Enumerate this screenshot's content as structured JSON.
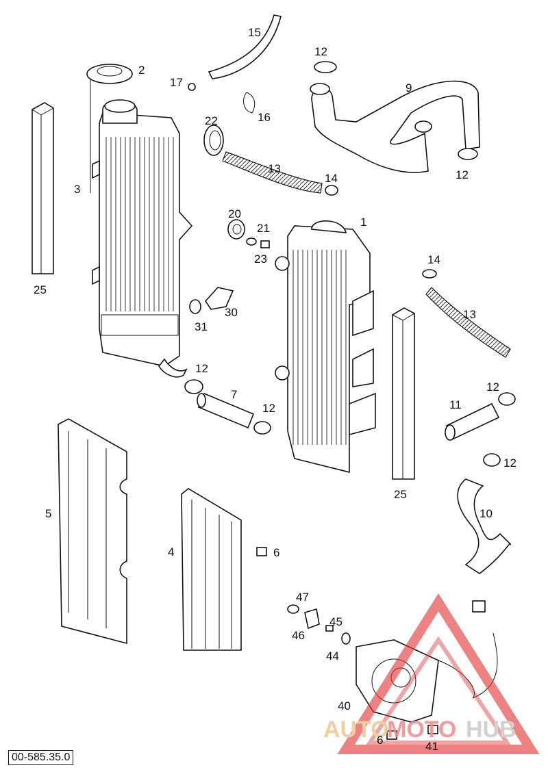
{
  "diagram": {
    "reference": "00-585.35.0",
    "callouts": [
      "1",
      "2",
      "3",
      "4",
      "5",
      "6",
      "6",
      "7",
      "9",
      "10",
      "11",
      "12",
      "12",
      "12",
      "12",
      "12",
      "12",
      "13",
      "13",
      "14",
      "14",
      "15",
      "16",
      "17",
      "20",
      "21",
      "22",
      "23",
      "25",
      "25",
      "30",
      "31",
      "40",
      "41",
      "44",
      "45",
      "46",
      "47"
    ]
  },
  "watermark": {
    "part1": "AUTO",
    "part2": "MOTO",
    "part3": "HUB",
    "colors": {
      "auto": "#f2c58f",
      "moto": "#f28a8a",
      "hub": "#c9c9c9",
      "triangle": "#e23b3b"
    }
  }
}
